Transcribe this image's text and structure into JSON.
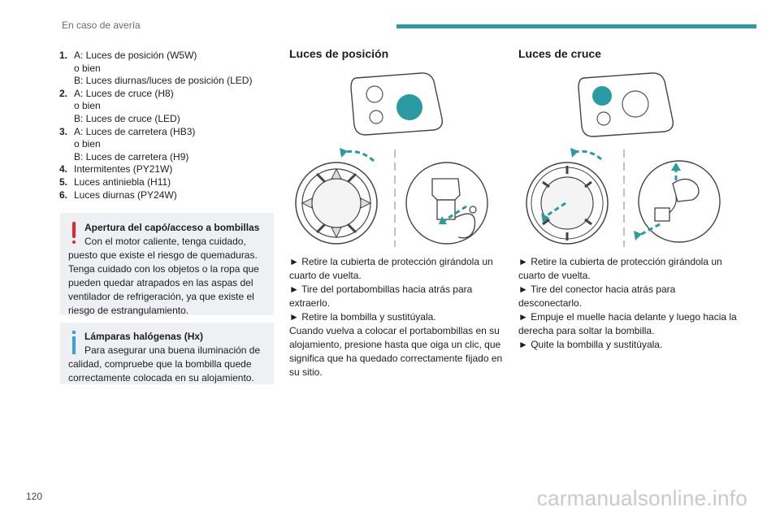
{
  "header": {
    "section": "En caso de avería",
    "accent_color": "#2a9aa4"
  },
  "page_number": "120",
  "watermark": "carmanualsonline.info",
  "bulb_list": [
    {
      "num": "1.",
      "lines": [
        "A: Luces de posición (W5W)",
        "o bien",
        "B: Luces diurnas/luces de posición (LED)"
      ]
    },
    {
      "num": "2.",
      "lines": [
        "A: Luces de cruce (H8)",
        "o bien",
        "B: Luces de cruce (LED)"
      ]
    },
    {
      "num": "3.",
      "lines": [
        "A: Luces de carretera (HB3)",
        "o bien",
        "B: Luces de carretera (H9)"
      ]
    },
    {
      "num": "4.",
      "lines": [
        "Intermitentes (PY21W)"
      ]
    },
    {
      "num": "5.",
      "lines": [
        "Luces antiniebla (H11)"
      ]
    },
    {
      "num": "6.",
      "lines": [
        "Luces diurnas (PY24W)"
      ]
    }
  ],
  "warning": {
    "title": "Apertura del capó/acceso a bombillas",
    "text": "Con el motor caliente, tenga cuidado, puesto que existe el riesgo de quemaduras. Tenga cuidado con los objetos o la ropa que pueden quedar atrapados en las aspas del ventilador de refrigeración, ya que existe el riesgo de estrangulamiento.",
    "icon_color": "#e3262b"
  },
  "info": {
    "title": "Lámparas halógenas (Hx)",
    "text": "Para asegurar una buena iluminación de calidad, compruebe que la bombilla quede correctamente colocada en su alojamiento.",
    "icon_color": "#3a9ee0"
  },
  "position_lights": {
    "title": "Luces de posición",
    "steps": [
      "► Retire la cubierta de protección girándola un cuarto de vuelta.",
      "► Tire del portabombillas hacia atrás para extraerlo.",
      "► Retire la bombilla y sustitúyala.",
      "Cuando vuelva a colocar el portabombillas en su alojamiento, presione hasta que oiga un clic, que significa que ha quedado correctamente fijado en su sitio."
    ]
  },
  "dipped_lights": {
    "title": "Luces de cruce",
    "steps": [
      "► Retire la cubierta de protección girándola un cuarto de vuelta.",
      "► Tire del conector hacia atrás para desconectarlo.",
      "► Empuje el muelle hacia delante y luego hacia la derecha para soltar la bombilla.",
      "► Quite la bombilla y sustitúyala."
    ]
  },
  "colors": {
    "highlight": "#2a9aa4",
    "notice_bg": "#eef0f3"
  }
}
